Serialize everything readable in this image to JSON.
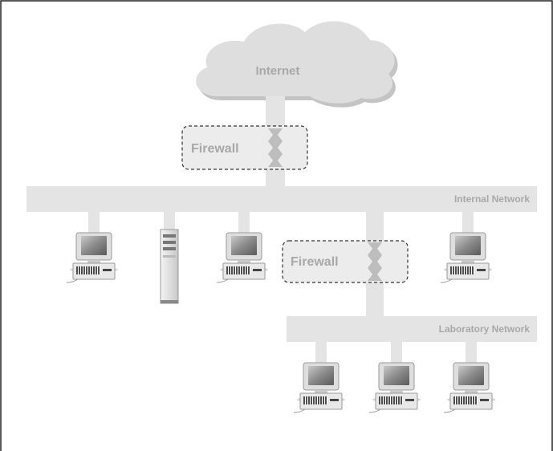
{
  "labels": {
    "internet": "Internet",
    "firewall_top": "Firewall",
    "firewall_mid": "Firewall",
    "internal_network": "Internal Network",
    "laboratory_network": "Laboratory Network"
  },
  "colors": {
    "network": "#e4e4e4",
    "cloud": "#dcdcdc",
    "label": "#a8a8a8",
    "border": "#222222"
  },
  "icons": {
    "internal_hosts": [
      "workstation-icon",
      "server-tower-icon",
      "workstation-icon",
      "workstation-icon"
    ],
    "lab_hosts": [
      "workstation-icon",
      "workstation-icon",
      "workstation-icon"
    ]
  }
}
